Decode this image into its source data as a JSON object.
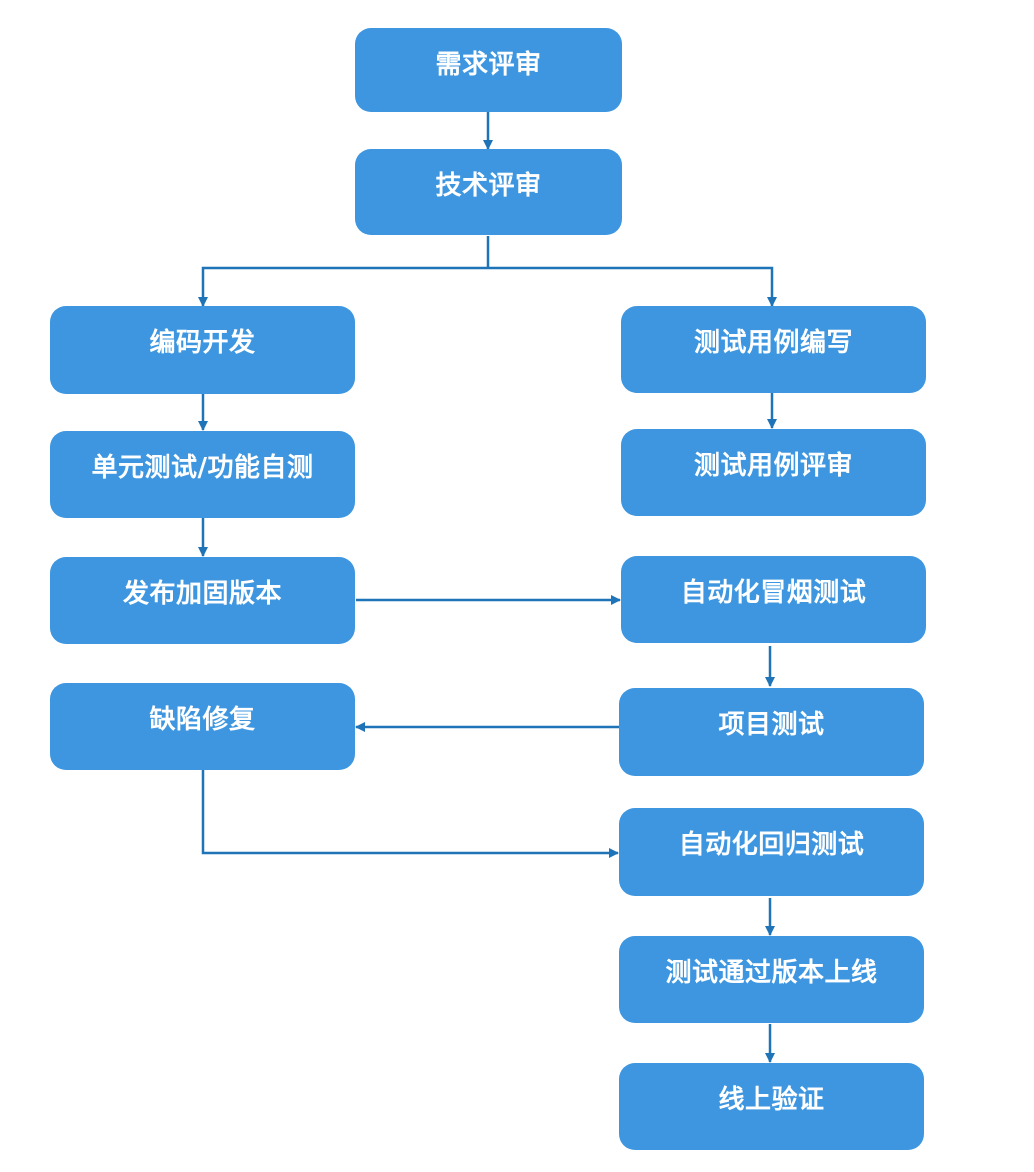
{
  "colors": {
    "node_fill": "#3d96df",
    "node_text": "#ffffff",
    "connector": "#1f74b7",
    "background": "#ffffff"
  },
  "nodes": {
    "requirement_review": "需求评审",
    "technical_review": "技术评审",
    "coding": "编码开发",
    "unit_test": "单元测试/功能自测",
    "release_build": "发布加固版本",
    "defect_fix": "缺陷修复",
    "write_test_cases": "测试用例编写",
    "review_test_cases": "测试用例评审",
    "smoke_test": "自动化冒烟测试",
    "project_test": "项目测试",
    "regression_test": "自动化回归测试",
    "release_online": "测试通过版本上线",
    "online_verify": "线上验证"
  }
}
